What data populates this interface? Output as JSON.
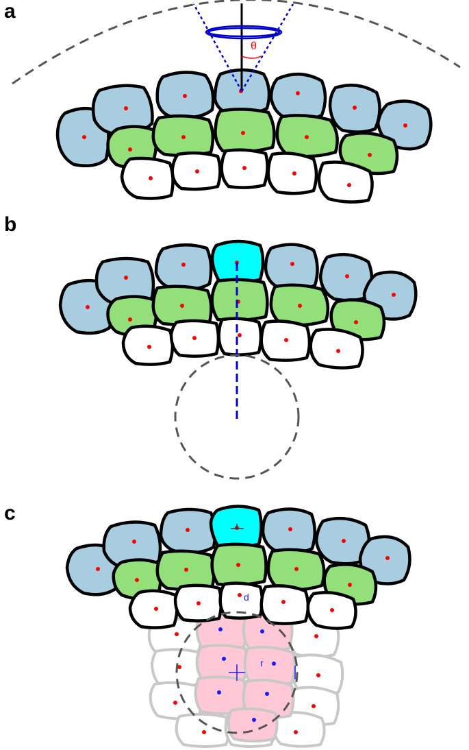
{
  "panels": {
    "a": "a",
    "b": "b",
    "c": "c"
  },
  "annotations": {
    "theta": "θ",
    "d": "d",
    "r": "r"
  },
  "colors": {
    "outer_cell": "#a8cde0",
    "middle_cell": "#93e07a",
    "inner_cell": "#ffffff",
    "selected_cell": "#00ffff",
    "neighbor_cell": "#ffc8d6",
    "faded_outline": "#c8c8c8",
    "centroid": "#ff0000",
    "neighbor_centroid": "#1a1aff",
    "guide_line": "#0000cc",
    "dashed_circle": "#555555",
    "theta_arc": "#ff0000"
  }
}
